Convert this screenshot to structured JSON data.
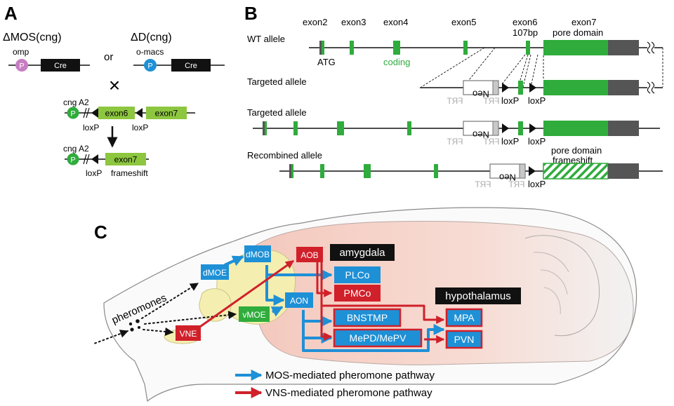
{
  "panel_a": {
    "label": "A",
    "mos_title": "ΔMOS(cng)",
    "d_title": "ΔD(cng)",
    "or_text": "or",
    "omp": "omp",
    "omacs": "o-macs",
    "promoter": "P",
    "cre": "Cre",
    "cross": "×",
    "cng_a2": "cng A2",
    "exon6": "exon6",
    "exon7": "exon7",
    "loxp": "loxP",
    "frameshift": "frameshift"
  },
  "panel_b": {
    "label": "B",
    "exon_labels": [
      "exon2",
      "exon3",
      "exon4",
      "exon5",
      "exon6",
      "exon7"
    ],
    "exon6_size": "107bp",
    "pore_domain": "pore domain",
    "wt_allele": "WT allele",
    "targeted_allele_1": "Targeted allele",
    "targeted_allele_2": "Targeted allele",
    "recombined_allele": "Recombined allele",
    "atg": "ATG",
    "coding": "coding",
    "neo": "Neo",
    "frt": "FRT",
    "loxp": "loxP",
    "pore_domain_frameshift_1": "pore domain",
    "pore_domain_frameshift_2": "frameshift"
  },
  "panel_c": {
    "label": "C",
    "pheromones": "pheromones",
    "amygdala": "amygdala",
    "hypothalamus": "hypothalamus",
    "regions": {
      "dmob": "dMOB",
      "aob": "AOB",
      "dmoe": "dMOE",
      "vmoe": "vMOE",
      "vne": "VNE",
      "aon": "AON",
      "plco": "PLCo",
      "pmco": "PMCo",
      "bnstmp": "BNSTMP",
      "mepd": "MePD/MePV",
      "mpa": "MPA",
      "pvn": "PVN"
    },
    "legend_mos": "MOS-mediated pheromone pathway",
    "legend_vns": "VNS-mediated pheromone pathway"
  },
  "colors": {
    "exon_green": "#2fac3c",
    "light_green": "#8dc63f",
    "pore_gray": "#555555",
    "mos_blue": "#1e90d6",
    "vns_red": "#d0202a",
    "omp_pink": "#c77dc2",
    "omacs_blue": "#1e90d6",
    "brain_pink": "#f6d7cf",
    "olfactory_yellow": "#f4eeb0",
    "frt_gray": "#aaaaaa"
  }
}
